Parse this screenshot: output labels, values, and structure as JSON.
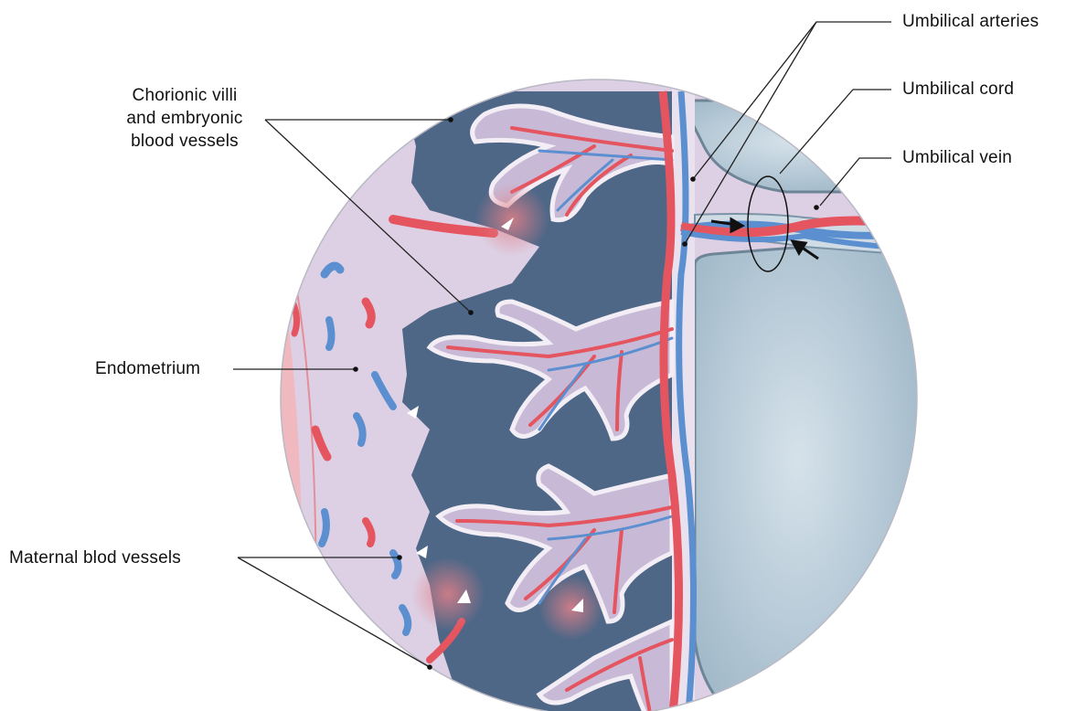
{
  "labels": {
    "umbilical_arteries": "Umbilical arteries",
    "umbilical_cord": "Umbilical cord",
    "umbilical_vein": "Umbilical vein",
    "chorionic_line1": "Chorionic villi",
    "chorionic_line2": "and embryonic",
    "chorionic_line3": "blood vessels",
    "endometrium": "Endometrium",
    "maternal": "Maternal blod vessels"
  },
  "colors": {
    "endometrium": "#ddd0e4",
    "intervillous_space": "#4f6787",
    "villus": "#c8bad6",
    "artery": "#e5555f",
    "vein": "#5b8fd0",
    "amniotic_cavity": "#b7cbd8",
    "leader_line": "#222222"
  }
}
